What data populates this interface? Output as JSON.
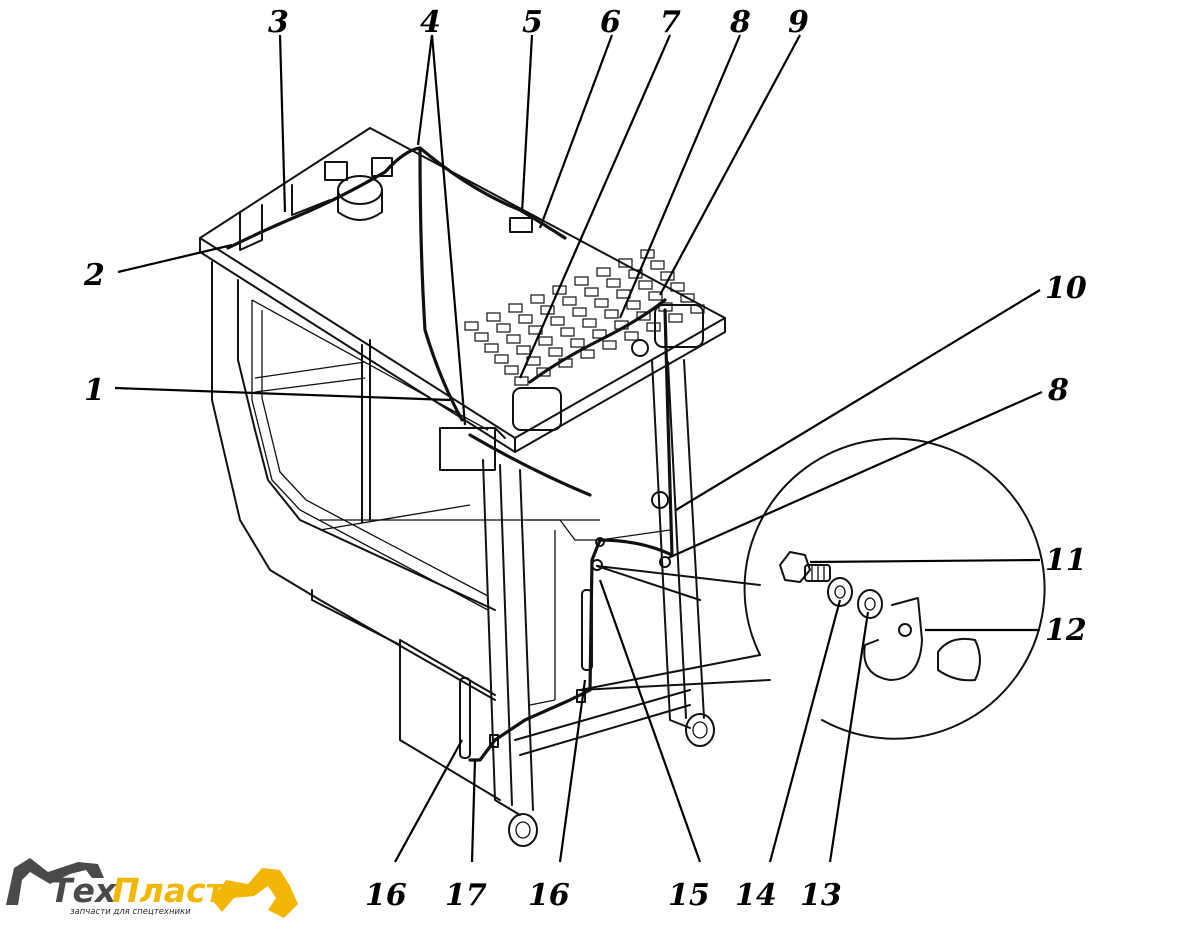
{
  "callouts": [
    {
      "id": "1",
      "text": "1"
    },
    {
      "id": "2",
      "text": "2"
    },
    {
      "id": "3",
      "text": "3"
    },
    {
      "id": "4",
      "text": "4"
    },
    {
      "id": "5",
      "text": "5"
    },
    {
      "id": "6",
      "text": "6"
    },
    {
      "id": "7",
      "text": "7"
    },
    {
      "id": "8a",
      "text": "8"
    },
    {
      "id": "9",
      "text": "9"
    },
    {
      "id": "10",
      "text": "10"
    },
    {
      "id": "8b",
      "text": "8"
    },
    {
      "id": "11",
      "text": "11"
    },
    {
      "id": "12",
      "text": "12"
    },
    {
      "id": "13",
      "text": "13"
    },
    {
      "id": "14",
      "text": "14"
    },
    {
      "id": "15",
      "text": "15"
    },
    {
      "id": "16a",
      "text": "16"
    },
    {
      "id": "17",
      "text": "17"
    },
    {
      "id": "16b",
      "text": "16"
    }
  ],
  "logo": {
    "word_part1": "Тех",
    "word_part2": "Пласт",
    "tagline": "запчасти для спецтехники",
    "colors": {
      "dark": "#4a4a4a",
      "accent": "#f2b705"
    }
  }
}
